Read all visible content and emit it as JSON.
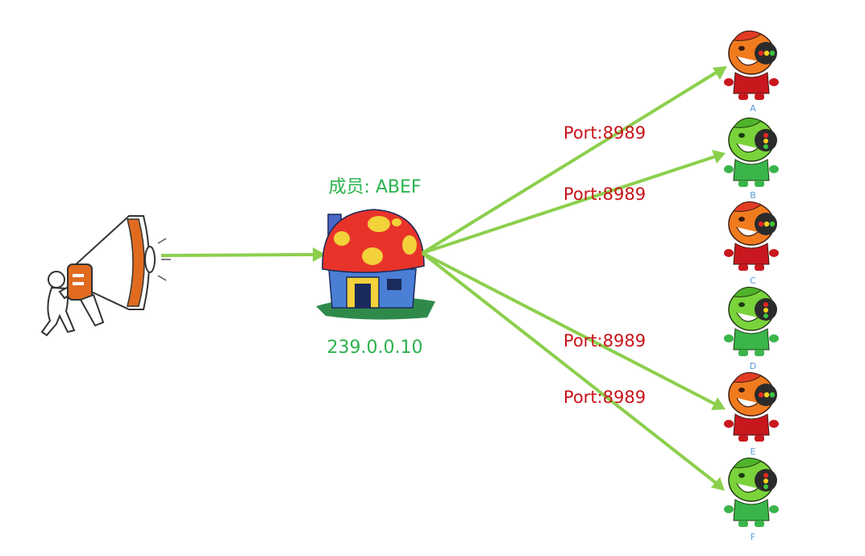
{
  "members_label": "成员: ABEF",
  "group_ip": "239.0.0.10",
  "colors": {
    "arrow": "#8ccf4d",
    "label_green": "#2bb24c",
    "port_red": "#c8131a",
    "letter_blue": "#5b9bd5",
    "member_green": "#39b54a",
    "non_member_red": "#c9171e"
  },
  "sender": {
    "icon": "megaphone-person-icon"
  },
  "group": {
    "icon": "mushroom-house-icon"
  },
  "ports": [
    "Port:8989",
    "Port:8989",
    "Port:8989",
    "Port:8989"
  ],
  "receivers": [
    {
      "letter": "A",
      "color": "red",
      "is_member": true
    },
    {
      "letter": "B",
      "color": "green",
      "is_member": true
    },
    {
      "letter": "C",
      "color": "red",
      "is_member": false
    },
    {
      "letter": "D",
      "color": "green",
      "is_member": false
    },
    {
      "letter": "E",
      "color": "red",
      "is_member": true
    },
    {
      "letter": "F",
      "color": "green",
      "is_member": true
    }
  ]
}
